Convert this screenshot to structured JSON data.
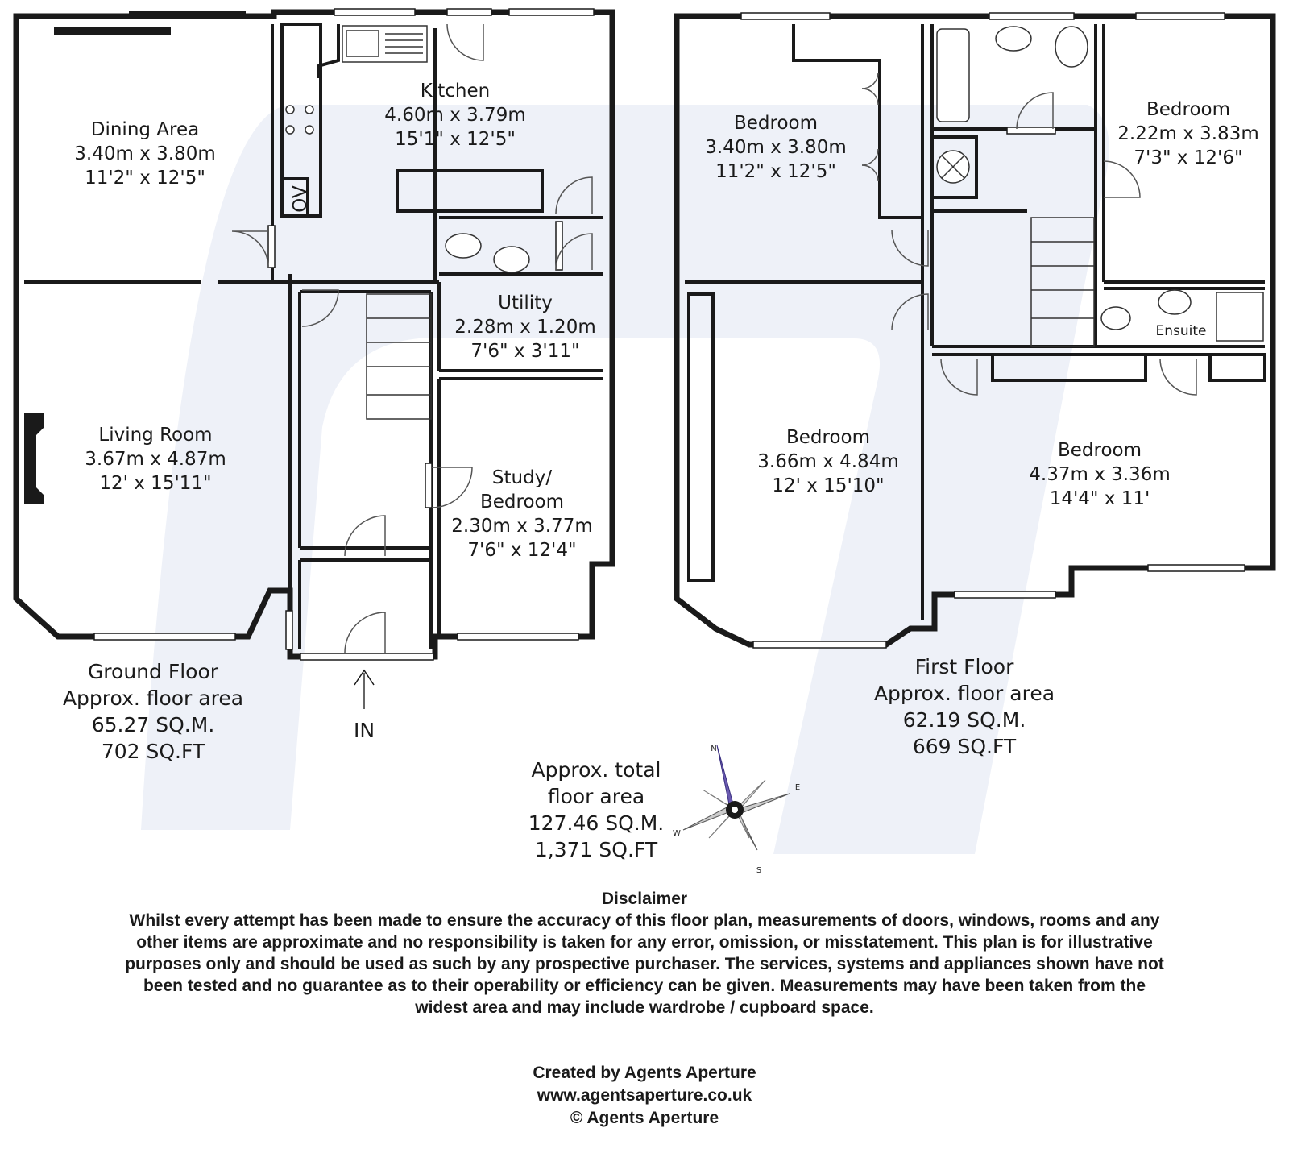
{
  "ground_floor": {
    "rooms": {
      "dining": {
        "name": "Dining Area",
        "metric": "3.40m x 3.80m",
        "imperial": "11'2\" x 12'5\""
      },
      "kitchen": {
        "name": "Kitchen",
        "metric": "4.60m x 3.79m",
        "imperial": "15'1\" x 12'5\""
      },
      "utility": {
        "name": "Utility",
        "metric": "2.28m x 1.20m",
        "imperial": "7'6\" x 3'11\""
      },
      "living": {
        "name": "Living Room",
        "metric": "3.67m x 4.87m",
        "imperial": "12' x 15'11\""
      },
      "study": {
        "name_line1": "Study/",
        "name_line2": "Bedroom",
        "metric": "2.30m x 3.77m",
        "imperial": "7'6\" x 12'4\""
      }
    },
    "oven_label": "OV",
    "entrance_label": "IN",
    "summary": {
      "title": "Ground Floor",
      "subtitle": "Approx. floor area",
      "sqm": "65.27 SQ.M.",
      "sqft": "702 SQ.FT"
    }
  },
  "first_floor": {
    "rooms": {
      "bed1": {
        "name": "Bedroom",
        "metric": "3.40m x 3.80m",
        "imperial": "11'2\" x 12'5\""
      },
      "bed2": {
        "name": "Bedroom",
        "metric": "2.22m x 3.83m",
        "imperial": "7'3\" x 12'6\""
      },
      "bed3": {
        "name": "Bedroom",
        "metric": "3.66m x 4.84m",
        "imperial": "12' x 15'10\""
      },
      "bed4": {
        "name": "Bedroom",
        "metric": "4.37m x 3.36m",
        "imperial": "14'4\" x 11'"
      },
      "ensuite": {
        "name": "Ensuite"
      }
    },
    "summary": {
      "title": "First Floor",
      "subtitle": "Approx. floor area",
      "sqm": "62.19 SQ.M.",
      "sqft": "669 SQ.FT"
    }
  },
  "total": {
    "line1": "Approx. total",
    "line2": "floor area",
    "sqm": "127.46 SQ.M.",
    "sqft": "1,371 SQ.FT"
  },
  "compass": {
    "n": "N",
    "e": "E",
    "s": "S",
    "w": "W",
    "needle_color": "#6b5bb0"
  },
  "disclaimer": {
    "title": "Disclaimer",
    "body": "Whilst every attempt has been made to ensure the accuracy of this floor plan, measurements of doors, windows, rooms and any other items are approximate and no responsibility is taken for any error, omission, or misstatement. This plan is for illustrative purposes only and should be used as such by any prospective purchaser. The services, systems and appliances shown have not been tested and no guarantee as to their operability or efficiency can be given. Measurements may have been taken from the widest area and may include wardrobe / cupboard space."
  },
  "credits": {
    "line1": "Created by Agents Aperture",
    "line2": "www.agentsaperture.co.uk",
    "line3": "© Agents Aperture"
  },
  "colors": {
    "watermark": "#eef1f8",
    "wall": "#1a1a1a"
  }
}
